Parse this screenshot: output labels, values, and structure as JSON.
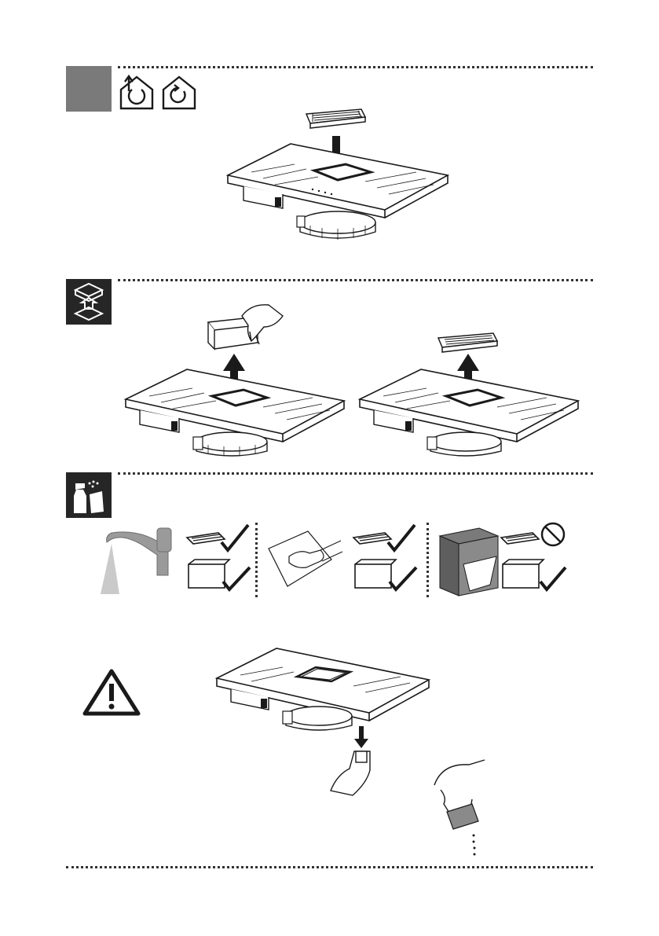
{
  "document": {
    "type": "appliance-manual-illustration-page",
    "text_labels": []
  },
  "sections": [
    {
      "id": "step-1",
      "icons": [
        "recirculation-mode-icon",
        "recirculation-mode-alt-icon"
      ],
      "badge": "grey-square"
    },
    {
      "id": "step-2-removal",
      "icons": [
        "lift-out-icon"
      ],
      "badge": "dark-square"
    },
    {
      "id": "step-3-cleaning",
      "icons": [
        "spray-cleaner-icon"
      ],
      "badge": "dark-square",
      "methods": [
        {
          "name": "tap-water",
          "grease_filter": "check",
          "tray": "check"
        },
        {
          "name": "hand-wash",
          "grease_filter": "check",
          "tray": "check"
        },
        {
          "name": "dishwasher",
          "grease_filter": "not-allowed",
          "tray": "check"
        }
      ]
    },
    {
      "id": "step-4-drain",
      "icons": [
        "warning-icon"
      ]
    }
  ],
  "colors": {
    "line": "#1a1a1a",
    "grey_badge": "#7a7a7a",
    "dark_badge": "#262626",
    "faucet": "#9a9a9a"
  }
}
